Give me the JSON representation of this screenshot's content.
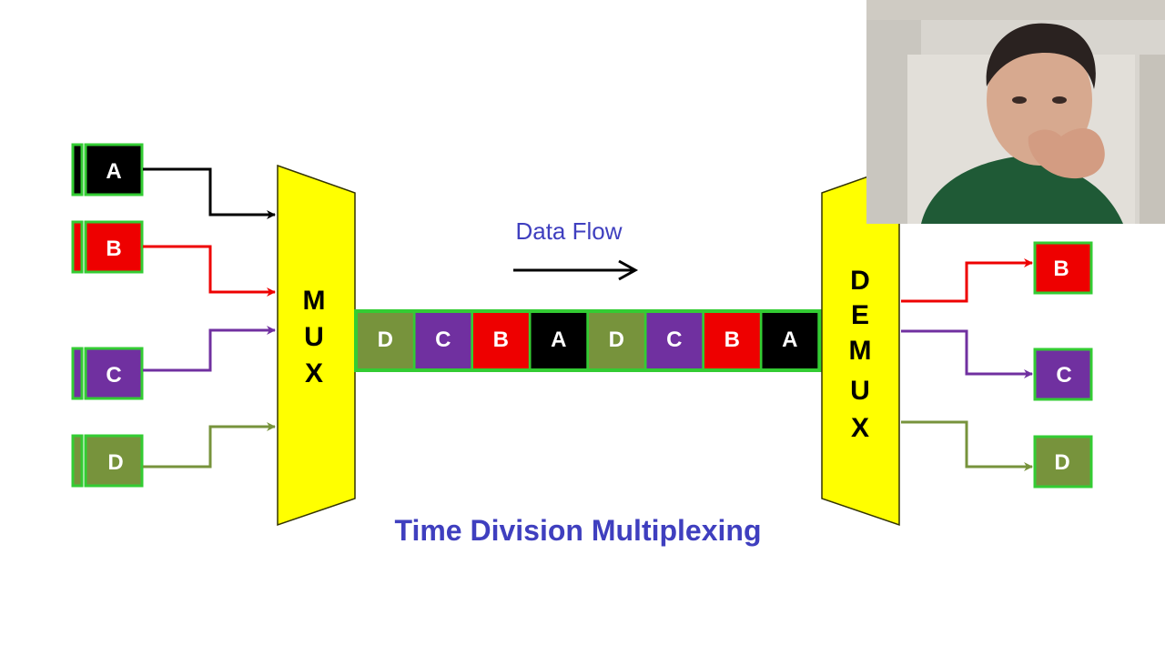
{
  "title": "Time Division Multiplexing",
  "flow_label": "Data Flow",
  "mux_label": "MUX",
  "demux_label": "DEMUX",
  "colors": {
    "A": "#000000",
    "B": "#ee0000",
    "C": "#7030a0",
    "D": "#77933c",
    "slot_border": "#33cc33",
    "mux_fill": "#ffff00",
    "title": "#3f3fbf"
  },
  "inputs": [
    {
      "channel": "A",
      "label": "A",
      "color": "#000000"
    },
    {
      "channel": "B",
      "label": "B",
      "color": "#ee0000"
    },
    {
      "channel": "C",
      "label": "C",
      "color": "#7030a0"
    },
    {
      "channel": "D",
      "label": "D",
      "color": "#77933c"
    }
  ],
  "frame_slots": [
    "D",
    "C",
    "B",
    "A",
    "D",
    "C",
    "B",
    "A"
  ],
  "outputs": [
    {
      "channel": "B",
      "label": "B",
      "color": "#ee0000"
    },
    {
      "channel": "C",
      "label": "C",
      "color": "#7030a0"
    },
    {
      "channel": "D",
      "label": "D",
      "color": "#77933c"
    }
  ],
  "webcam": {
    "description_icon": "presenter-webcam-overlay"
  }
}
